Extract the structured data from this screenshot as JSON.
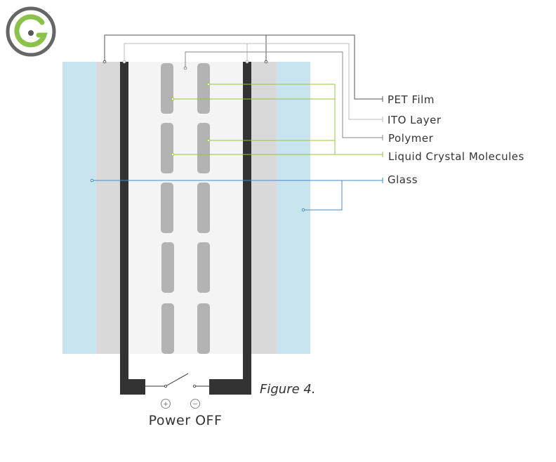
{
  "labels": {
    "pet_film": "PET Film",
    "ito_layer": "ITO Layer",
    "polymer": "Polymer",
    "liquid_crystal": "Liquid Crystal Molecules",
    "glass": "Glass"
  },
  "caption": "Figure 4.",
  "power_state": "Power OFF",
  "terminal_positive": "+",
  "terminal_negative": "−",
  "colors": {
    "glass": "#c8e5ef",
    "pet_film": "#d9d9d9",
    "ito_layer": "#333333",
    "polymer": "#f4f4f4",
    "molecule": "#b3b3b3",
    "glass_leader": "#4a86c5",
    "liquid_crystal_leader": "#9ac43a",
    "pet_leader": "#555555",
    "ito_leader": "#bbbbbb",
    "polymer_leader": "#888888",
    "logo_ring": "#666666",
    "logo_green": "#8bc34a"
  },
  "icons": [
    "logo-icon",
    "switch-icon"
  ]
}
